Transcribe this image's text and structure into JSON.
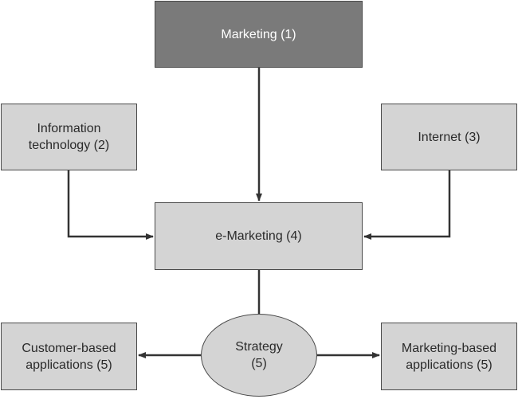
{
  "nodes": {
    "marketing": "Marketing (1)",
    "information_technology": "Information\ntechnology (2)",
    "internet": "Internet (3)",
    "emarketing": "e-Marketing (4)",
    "strategy": "Strategy\n(5)",
    "customer_based": "Customer-based\napplications (5)",
    "marketing_based": "Marketing-based\napplications (5)"
  },
  "edges": [
    {
      "from": "Marketing (1)",
      "to": "e-Marketing (4)"
    },
    {
      "from": "Information technology (2)",
      "to": "e-Marketing (4)"
    },
    {
      "from": "Internet (3)",
      "to": "e-Marketing (4)"
    },
    {
      "from": "e-Marketing (4)",
      "to": "Strategy (5)"
    },
    {
      "from": "Strategy (5)",
      "to": "Customer-based applications (5)"
    },
    {
      "from": "Strategy (5)",
      "to": "Marketing-based applications (5)"
    }
  ],
  "colors": {
    "node_fill": "#d4d4d4",
    "highlight_fill": "#7a7a7a",
    "border": "#4a4a4a",
    "connector": "#333333"
  }
}
